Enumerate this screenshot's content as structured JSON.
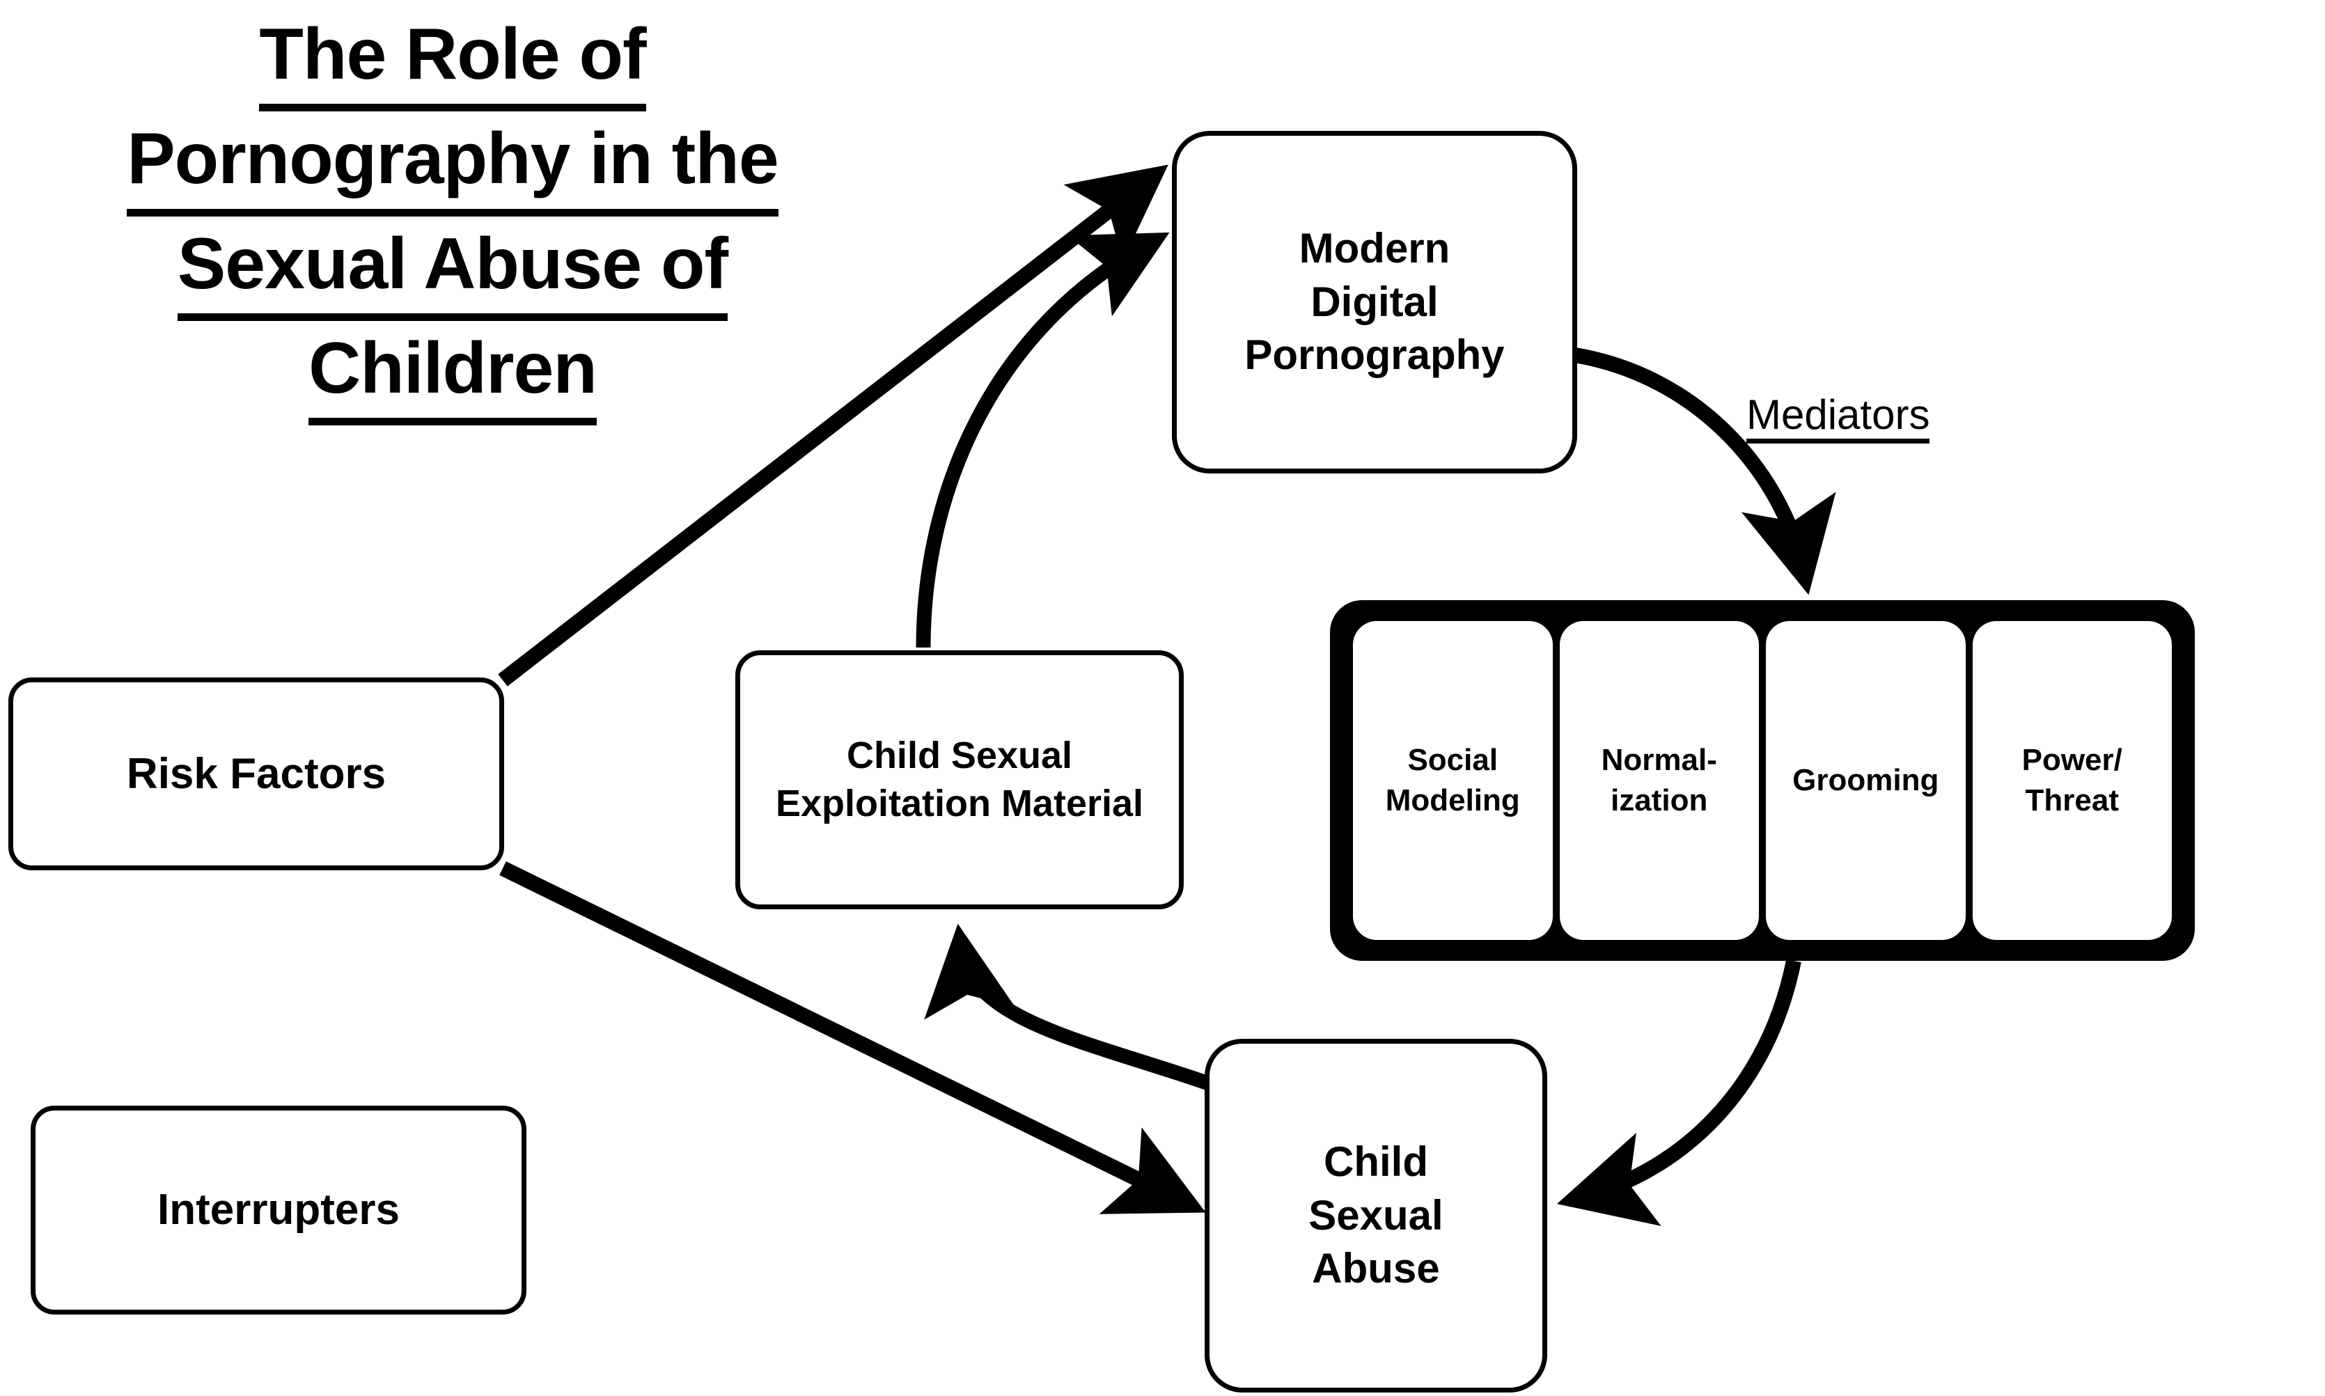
{
  "title": {
    "lines": [
      "The Role of",
      "Pornography in the",
      "Sexual Abuse of",
      "Children"
    ]
  },
  "nodes": {
    "risk_factors": "Risk Factors",
    "interrupters": "Interrupters",
    "csem": "Child Sexual\nExploitation Material",
    "csem_line1": "Child Sexual",
    "csem_line2": "Exploitation Material",
    "modern_digital_pornography_line1": "Modern",
    "modern_digital_pornography_line2": "Digital",
    "modern_digital_pornography_line3": "Pornography",
    "child_sexual_abuse_line1": "Child",
    "child_sexual_abuse_line2": "Sexual",
    "child_sexual_abuse_line3": "Abuse"
  },
  "mediators": {
    "group_label": "Mediators",
    "items": [
      {
        "line1": "Social",
        "line2": "Modeling"
      },
      {
        "line1": "Normal-",
        "line2": "ization"
      },
      {
        "line1": "Grooming",
        "line2": ""
      },
      {
        "line1": "Power/",
        "line2": "Threat"
      }
    ]
  },
  "colors": {
    "stroke": "#000000",
    "background": "#ffffff",
    "mediator_group_fill": "#000000"
  }
}
